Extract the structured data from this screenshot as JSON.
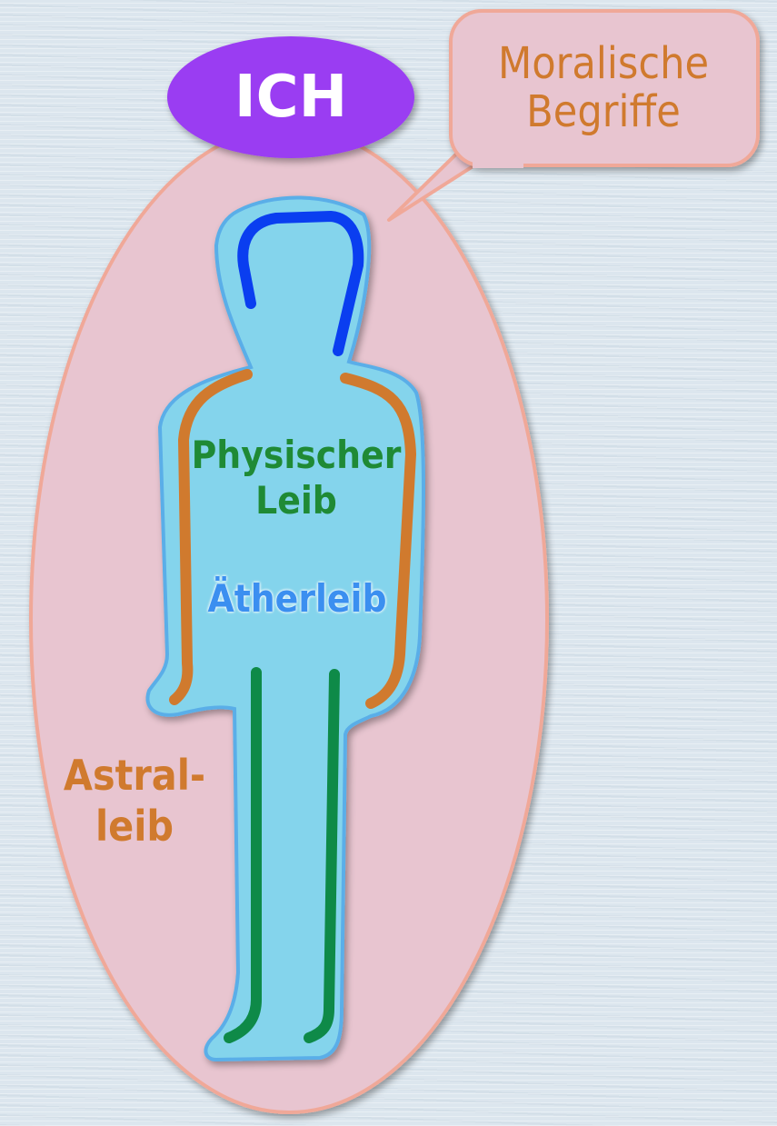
{
  "ich": {
    "label": "ICH"
  },
  "moral": {
    "line1": "Moralische",
    "line2": "Begriffe"
  },
  "physisch": {
    "line1": "Physischer",
    "line2": "Leib"
  },
  "aether": {
    "label": "Ätherleib"
  },
  "astral": {
    "line1": "Astral-",
    "line2": "leib"
  },
  "colors": {
    "astral_fill": "#e8c5d0",
    "astral_stroke": "#f0a898",
    "aether_fill": "#84d4ec",
    "aether_stroke": "#5aaee8",
    "ich_fill": "#9a3cf2",
    "orange": "#d07a2e",
    "green": "#1f8a35",
    "head_line": "#0a3ef0",
    "leg_line": "#0e8a48"
  }
}
